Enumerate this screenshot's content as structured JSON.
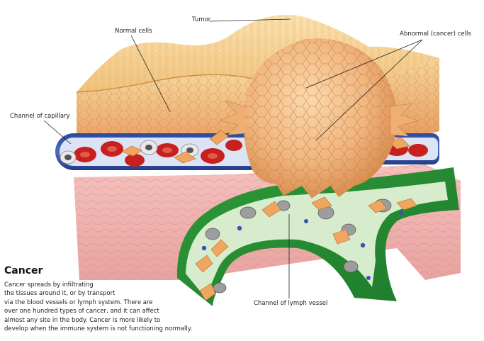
{
  "labels": {
    "tumor": "Tumor",
    "normal_cells": "Normal cells",
    "abnormal_cells": "Abnormal (cancer) cells",
    "channel_capillary": "Channel of capillary",
    "channel_lymph": "Channel of lymph vessel"
  },
  "caption": {
    "title": "Cancer",
    "lines": [
      "Cancer spreads by infiltrating",
      "the tissues around it, or by transport",
      "via the blood vessels or lymph system. There are",
      "over one hundred types of cancer, and it can affect",
      "almost any site in the body. Cancer is more likely to",
      "develop when the immune system is not functioning normally."
    ]
  }
}
